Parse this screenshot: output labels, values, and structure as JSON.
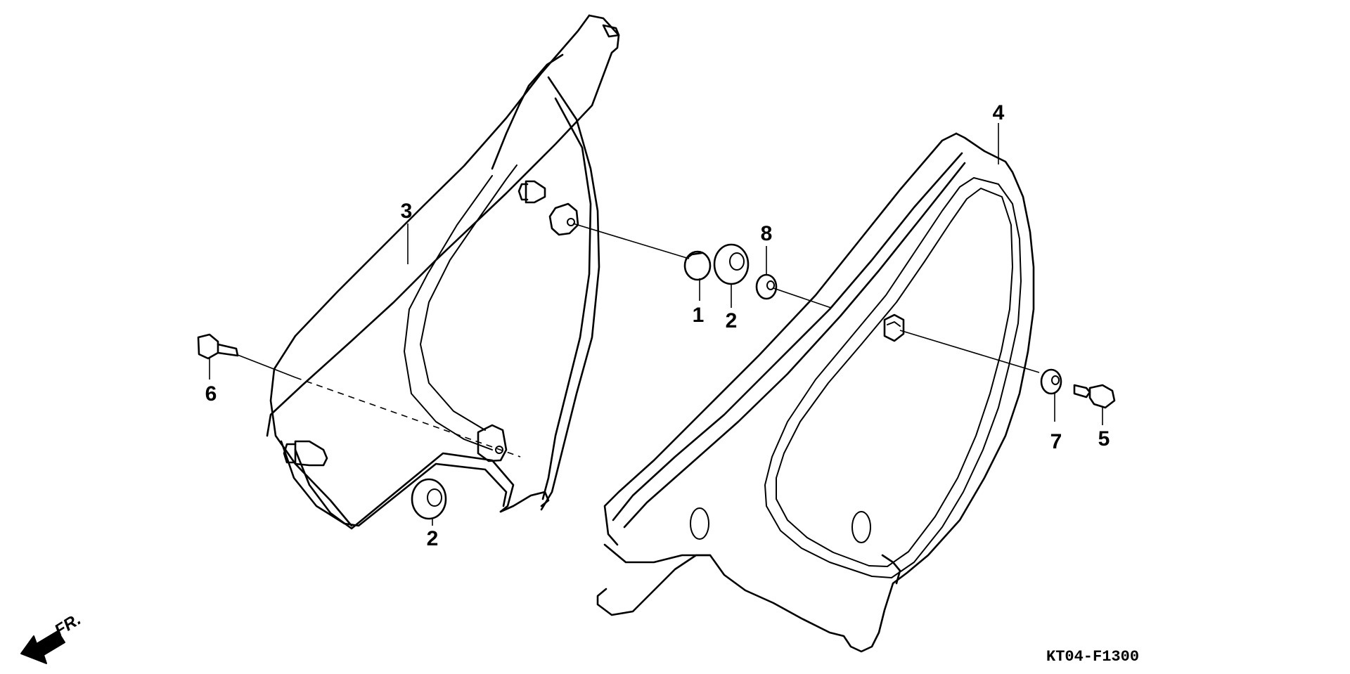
{
  "diagram_code": "KT04-F1300",
  "direction_label": "FR.",
  "callouts": {
    "c1": "1",
    "c2a": "2",
    "c2b": "2",
    "c3": "3",
    "c4": "4",
    "c5": "5",
    "c6": "6",
    "c7": "7",
    "c8": "8"
  }
}
